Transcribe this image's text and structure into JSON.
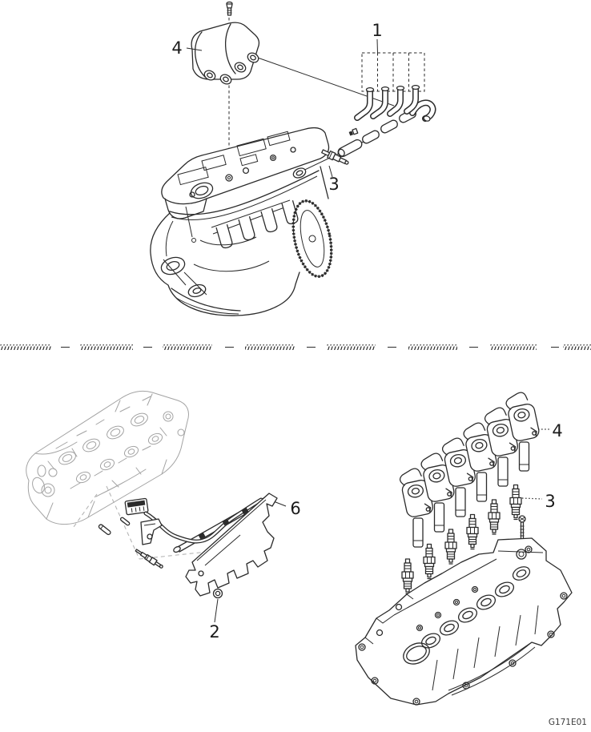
{
  "figure": {
    "code": "G171E01",
    "callouts": {
      "top_wire_set": "1",
      "left_nut": "2",
      "top_spark_plug": "3",
      "top_coil_pack": "4",
      "left_harness": "6",
      "right_coils": "4",
      "right_plugs": "3"
    }
  }
}
